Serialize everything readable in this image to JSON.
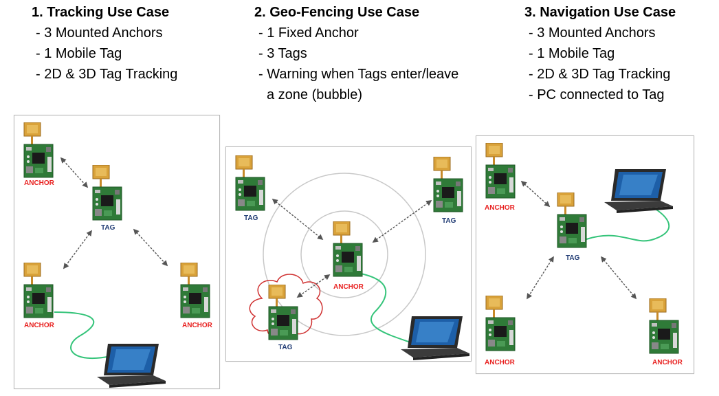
{
  "colors": {
    "anchor_label": "#e8201f",
    "tag_label": "#1f3a73",
    "board": "#2f7a38",
    "antenna": "#d9a23a",
    "cable": "#35c47a",
    "cloud": "#cf3030",
    "zone_ring": "#c8c8c8",
    "arrow": "#555555"
  },
  "sections": [
    {
      "title": "1. Tracking Use Case",
      "items": [
        "- 3 Mounted Anchors",
        "- 1 Mobile Tag",
        "- 2D & 3D Tag Tracking"
      ]
    },
    {
      "title": "2. Geo-Fencing Use Case",
      "items": [
        "- 1 Fixed Anchor",
        "- 3 Tags",
        "- Warning when Tags enter/leave",
        "a zone (bubble)"
      ]
    },
    {
      "title": "3. Navigation Use Case",
      "items": [
        "- 3 Mounted Anchors",
        "- 1 Mobile Tag",
        "- 2D & 3D Tag Tracking",
        "- PC connected to Tag"
      ]
    }
  ],
  "labels": {
    "anchor": "ANCHOR",
    "tag": "TAG"
  },
  "icons": {
    "device": "uwb-board-icon",
    "computer": "laptop-icon",
    "zone": "geofence-ring-icon",
    "bubble": "cloud-bubble-icon"
  }
}
